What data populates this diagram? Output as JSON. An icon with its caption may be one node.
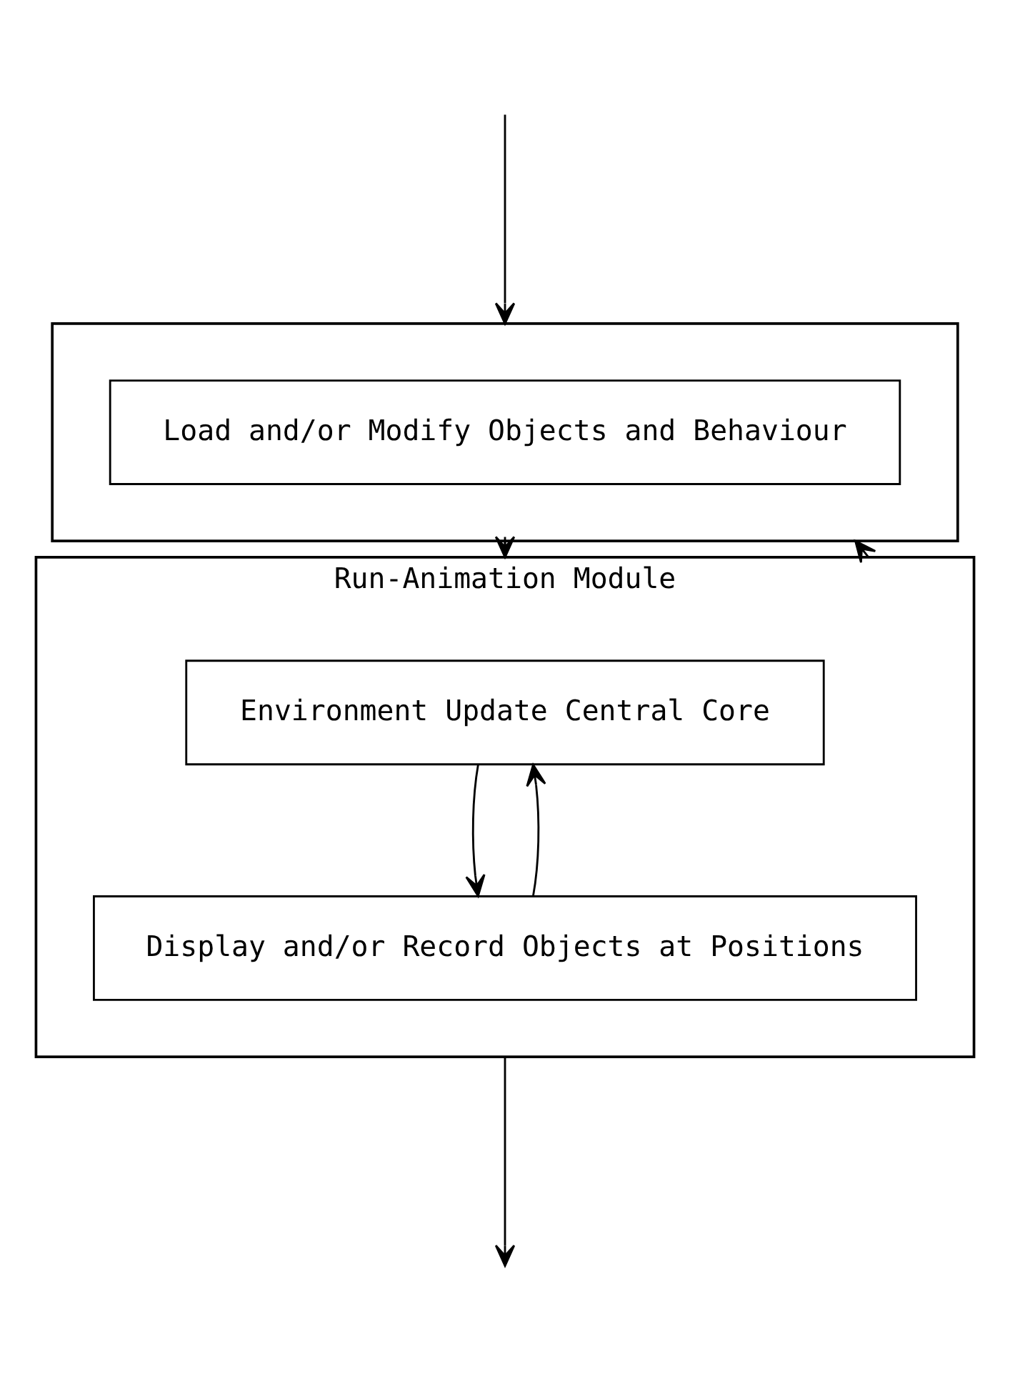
{
  "diagram": {
    "nodes": [
      {
        "text": [],
        "shape": "box"
      },
      {
        "text": [
          "Load and/or Modify Objects and Behaviour"
        ],
        "in": 0
      },
      {
        "text": [
          "Run-Animation Module"
        ]
      },
      {
        "text": [
          "Environment Update Central Core"
        ],
        "in": 2
      },
      {
        "text": [
          "Display and/or Record Objects at Positions"
        ],
        "in": 2
      }
    ],
    "edges": [
      {
        "from": null,
        "to": 0,
        "arrow": "to"
      },
      {
        "from": 0,
        "to": 2,
        "arrow": "to"
      },
      {
        "from": 3,
        "to": 4,
        "arrow": "to"
      },
      {
        "from": 4,
        "to": 3,
        "arrow": "to"
      },
      {
        "from": 2,
        "to": 0,
        "arrow": "to"
      },
      {
        "from": 2,
        "to": null,
        "arrow": "to"
      }
    ]
  }
}
